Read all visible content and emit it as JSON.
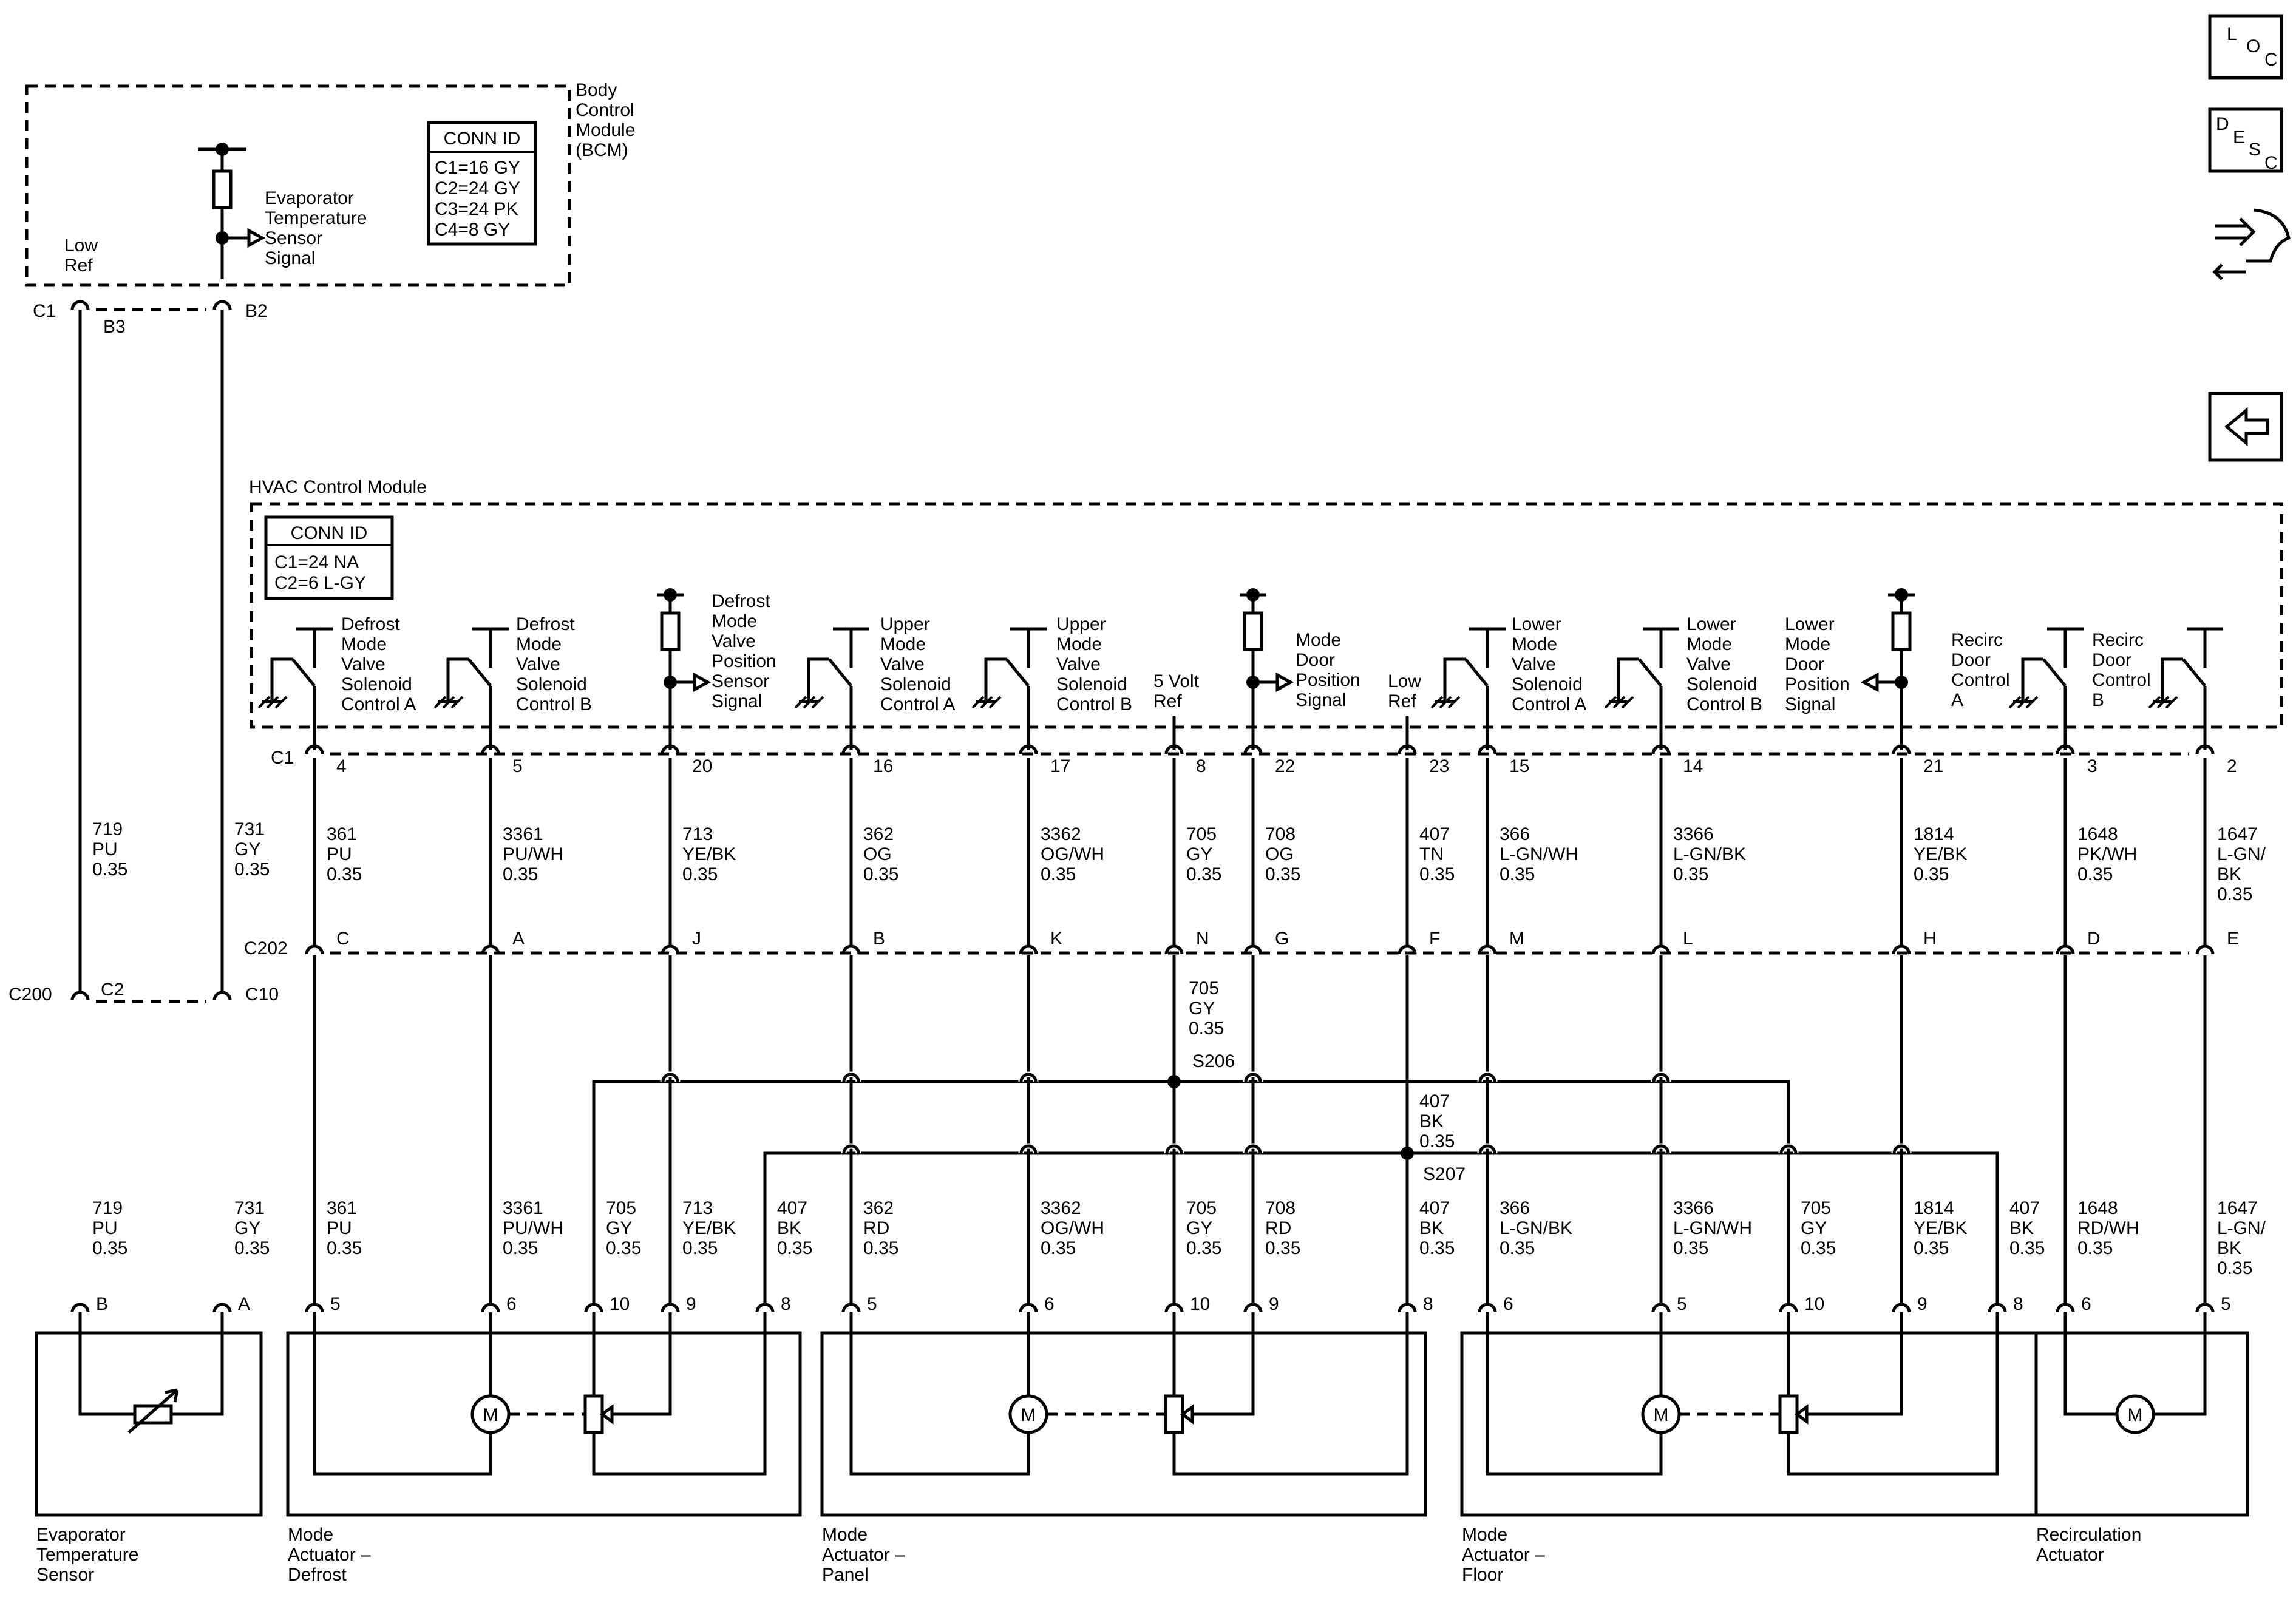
{
  "nav": {
    "loc_icon": "loc-icon",
    "desc_icon": "desc-icon",
    "connector_tool_icon": "connector-tool-icon",
    "back_icon": "back-arrow-icon",
    "loc_letters": [
      "L",
      "O",
      "C"
    ],
    "desc_letters": [
      "D",
      "E",
      "S",
      "C"
    ]
  },
  "bcm": {
    "title_lines": [
      "Body",
      "Control",
      "Module",
      "(BCM)"
    ],
    "conn_id_header": "CONN ID",
    "conn_ids": [
      "C1=16 GY",
      "C2=24 GY",
      "C3=24 PK",
      "C4=8 GY"
    ],
    "signal_lines": [
      "Evaporator",
      "Temperature",
      "Sensor",
      "Signal"
    ],
    "low_ref": [
      "Low",
      "Ref"
    ],
    "pins": {
      "c1": "C1",
      "b3": "B3",
      "b2": "B2"
    }
  },
  "hvac": {
    "title": "HVAC Control Module",
    "conn_id_header": "CONN ID",
    "conn_ids": [
      "C1=24 NA",
      "C2=6 L-GY"
    ],
    "c1_label": "C1",
    "funcs": [
      [
        "Defrost",
        "Mode",
        "Valve",
        "Solenoid",
        "Control A"
      ],
      [
        "Defrost",
        "Mode",
        "Valve",
        "Solenoid",
        "Control B"
      ],
      [
        "Defrost",
        "Mode",
        "Valve",
        "Position",
        "Sensor",
        "Signal"
      ],
      [
        "Upper",
        "Mode",
        "Valve",
        "Solenoid",
        "Control A"
      ],
      [
        "Upper",
        "Mode",
        "Valve",
        "Solenoid",
        "Control B"
      ],
      [
        "5 Volt",
        "Ref"
      ],
      [
        "Mode",
        "Door",
        "Position",
        "Signal"
      ],
      [
        "Low",
        "Ref"
      ],
      [
        "Lower",
        "Mode",
        "Valve",
        "Solenoid",
        "Control A"
      ],
      [
        "Lower",
        "Mode",
        "Valve",
        "Solenoid",
        "Control B"
      ],
      [
        "Lower",
        "Mode",
        "Door",
        "Position",
        "Signal"
      ],
      [
        "Recirc",
        "Door",
        "Control",
        "A"
      ],
      [
        "Recirc",
        "Door",
        "Control",
        "B"
      ]
    ],
    "pins": [
      "4",
      "5",
      "20",
      "16",
      "17",
      "8",
      "22",
      "23",
      "15",
      "14",
      "21",
      "3",
      "2"
    ]
  },
  "upper_wires": [
    [
      "719",
      "PU",
      "0.35"
    ],
    [
      "731",
      "GY",
      "0.35"
    ],
    [
      "361",
      "PU",
      "0.35"
    ],
    [
      "3361",
      "PU/WH",
      "0.35"
    ],
    [
      "713",
      "YE/BK",
      "0.35"
    ],
    [
      "362",
      "OG",
      "0.35"
    ],
    [
      "3362",
      "OG/WH",
      "0.35"
    ],
    [
      "705",
      "GY",
      "0.35"
    ],
    [
      "708",
      "OG",
      "0.35"
    ],
    [
      "407",
      "TN",
      "0.35"
    ],
    [
      "366",
      "L-GN/WH",
      "0.35"
    ],
    [
      "3366",
      "L-GN/BK",
      "0.35"
    ],
    [
      "1814",
      "YE/BK",
      "0.35"
    ],
    [
      "1648",
      "PK/WH",
      "0.35"
    ],
    [
      "1647",
      "L-GN/",
      "BK",
      "0.35"
    ]
  ],
  "c202": {
    "label": "C202",
    "pins": [
      "C",
      "A",
      "J",
      "B",
      "K",
      "N",
      "G",
      "F",
      "M",
      "L",
      "H",
      "D",
      "E"
    ]
  },
  "c200": {
    "label": "C200",
    "c2": "C2",
    "c10": "C10"
  },
  "splice": {
    "s206": "S206",
    "s207": "S207",
    "wire_705": [
      "705",
      "GY",
      "0.35"
    ],
    "wire_407": [
      "407",
      "BK",
      "0.35"
    ]
  },
  "lower_wires": [
    [
      "719",
      "PU",
      "0.35"
    ],
    [
      "731",
      "GY",
      "0.35"
    ],
    [
      "361",
      "PU",
      "0.35"
    ],
    [
      "3361",
      "PU/WH",
      "0.35"
    ],
    [
      "705",
      "GY",
      "0.35"
    ],
    [
      "713",
      "YE/BK",
      "0.35"
    ],
    [
      "407",
      "BK",
      "0.35"
    ],
    [
      "362",
      "RD",
      "0.35"
    ],
    [
      "3362",
      "OG/WH",
      "0.35"
    ],
    [
      "705",
      "GY",
      "0.35"
    ],
    [
      "708",
      "RD",
      "0.35"
    ],
    [
      "407",
      "BK",
      "0.35"
    ],
    [
      "366",
      "L-GN/BK",
      "0.35"
    ],
    [
      "3366",
      "L-GN/WH",
      "0.35"
    ],
    [
      "705",
      "GY",
      "0.35"
    ],
    [
      "1814",
      "YE/BK",
      "0.35"
    ],
    [
      "407",
      "BK",
      "0.35"
    ],
    [
      "1648",
      "RD/WH",
      "0.35"
    ],
    [
      "1647",
      "L-GN/",
      "BK",
      "0.35"
    ]
  ],
  "component_pins": {
    "evap": [
      "B",
      "A"
    ],
    "defrost": [
      "5",
      "6",
      "10",
      "9",
      "8"
    ],
    "panel": [
      "5",
      "6",
      "10",
      "9",
      "8"
    ],
    "floor": [
      "6",
      "5",
      "10",
      "9",
      "8"
    ],
    "recirc": [
      "6",
      "5"
    ]
  },
  "motor_label": "M",
  "components": [
    [
      "Evaporator",
      "Temperature",
      "Sensor"
    ],
    [
      "Mode",
      "Actuator –",
      "Defrost"
    ],
    [
      "Mode",
      "Actuator –",
      "Panel"
    ],
    [
      "Mode",
      "Actuator –",
      "Floor"
    ],
    [
      "Recirculation",
      "Actuator"
    ]
  ]
}
